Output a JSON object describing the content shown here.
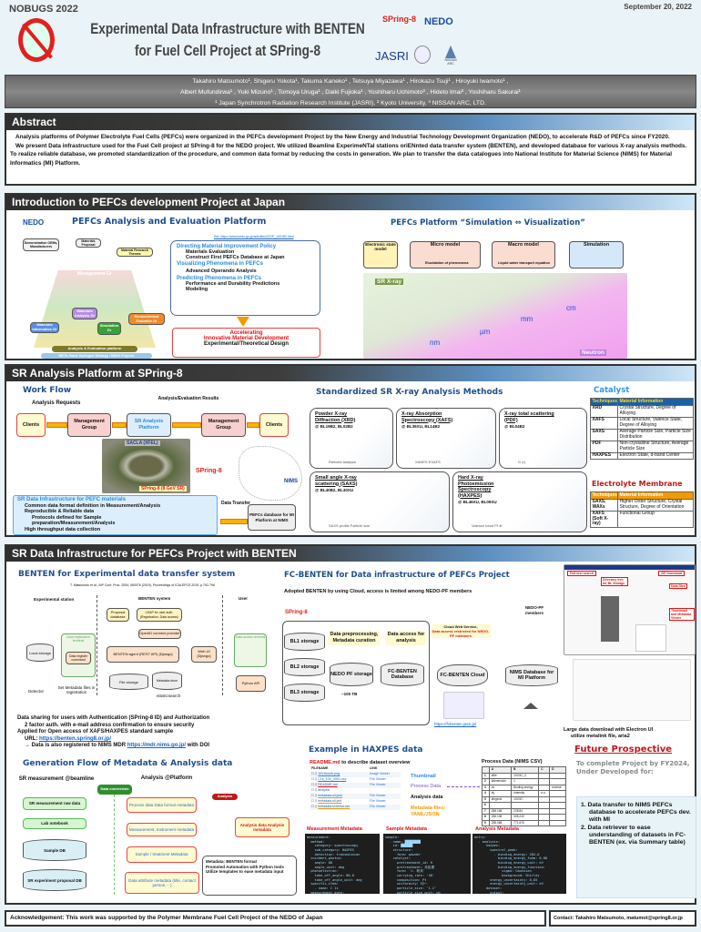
{
  "header": {
    "conference": "NOBUGS 2022",
    "date": "September 20, 2022",
    "title_line1": "Experimental Data Infrastructure with BENTEN",
    "title_line2": "for Fuel Cell Project at SPring-8",
    "logos": [
      "SPring-8",
      "NEDO",
      "JASRI",
      "Kyoto University",
      "NISSAN ARC"
    ]
  },
  "authors": {
    "line1": "Takahiro Matsumoto¹, Shigeru Yokota¹, Takuma Kaneko¹ , Tetsuya Miyazawa¹ , Hirokazu Tsuji¹ , Hiroyuki Iwamoto¹ ,",
    "line2": "Albert Mufundirwa¹ , Yuki Mizuno¹ , Tomoya Uruga¹ , Daiki Fujioka¹ , Yoshiharu Uchimoto² , Hideto Imai³ , Yoshiharu Sakurai¹",
    "affiliations": "¹ Japan Synchrotron Radiation Research Institute (JASRI), ² Kyoto University, ³ NISSAN ARC, LTD."
  },
  "abstract": {
    "heading": "Abstract",
    "p1": "Analysis platforms of Polymer Electrolyte Fuel Cells (PEFCs) were organized in the PEFCs development Project by the New Energy and Industrial Technology Development Organization (NEDO), to accelerate R&D of PEFCs since FY2020.",
    "p2": "We present Data infrastructure used for the Fuel Cell project at SPring-8 for the NEDO project. We utilized Beamline ExperimeNTal stations oriENnted data transfer system (BENTEN), and developed database for various X-ray analysis methods. To realize reliable database, we promoted standardization of the procedure, and common data format by reducing the costs in generation. We plan to transfer the data catalogues into National Institute for Material Science (NIMS) for Material Informatics (MI) Platform."
  },
  "intro": {
    "heading": "Introduction to PEFCs development Project at Japan",
    "nedo": "NEDO",
    "title": "PEFCs Analysis and Evaluation Platform",
    "ref": "Ref. https://www.nedo.go.jp/activities/ZZJP_100182.html",
    "diagram": {
      "demo": "Demonstration OEMs, Manufacturers",
      "proposal": "Materials Proposal",
      "themes": "Material Research Themes",
      "mgmt": "Management Gr",
      "mat_anal": "Materials Analysis Gr",
      "mi": "Materials Informatics Gr",
      "sim": "Simulation Gr",
      "electro": "Electrochemical Evaluation Gr",
      "platform": "Analysis & Evaluation platform",
      "meti": "METIs Basic Hydrogen Strategy / NEDO Projects"
    },
    "policy": [
      {
        "head": "Directing Material Improvement Policy",
        "items": [
          "Materials Evaluation",
          "Construct First PEFCs Database at Japan"
        ]
      },
      {
        "head": "Visualizing Phenomena in PEFCs",
        "items": [
          "Advanced Operando Analysis"
        ]
      },
      {
        "head": "Predicting Phenomena in PEFCs",
        "items": [
          "Performance and Durability Predictions",
          "Modeling"
        ]
      }
    ],
    "accel_line1": "Accelerating",
    "accel_line2": "Innovative Material Development",
    "accel_item": "Experimental/Theoretical Design",
    "platform_title": "PEFCs Platform “Simulation ⇔ Visualization”",
    "flow": [
      "Electronic state model",
      "Micro model",
      "Macro model",
      "Simulation"
    ],
    "flow_sub": [
      "Elucidation of phenomena",
      "Liquid water transport equation"
    ],
    "scales": [
      "nm",
      "µm",
      "mm",
      "cm"
    ],
    "sr": "SR X-ray",
    "neutron": "Neutron"
  },
  "sr": {
    "heading": "SR Analysis Platform at SPring-8",
    "workflow": "Work Flow",
    "requests": "Analysis Requests",
    "results": "Analysis/Evaluation Results",
    "flow": [
      "Clients",
      "Management Group",
      "SR Analysis Platform",
      "Management Group",
      "Clients"
    ],
    "sacla": "SACLA (XFEL)",
    "spring8": "SPring-8 (8 GeV SR)",
    "nims": "NIMS",
    "infra_head": "SR Data Infrastructure for PEFC materials",
    "infra_items": [
      "Common data format definition in Measurement/Analysis",
      "Reproducible & Reliable data",
      "Protocols defined for Sample preparation/Measurement/Analysis",
      "High throughput data collection"
    ],
    "transfer": "Data Transfer",
    "pefc_db": "PEFCs database for MI Platform at NIMS",
    "methods_title": "Standardized SR X-ray Analysis Methods",
    "methods": [
      {
        "name": "Powder X-ray Diffraction (XRD)",
        "bl": "@ BL19B2, BL02B2",
        "note": "Rietveld analysis"
      },
      {
        "name": "X-ray Absorption Spectroscopy (XAFS)",
        "bl": "@ BL36XU, BL14B2",
        "note": "XANES   EXAFS"
      },
      {
        "name": "X-ray total scattering (PDF)",
        "bl": "@ BL04B2",
        "note": "G (r)"
      },
      {
        "name": "Small angle X-ray scattering (SAXS)",
        "bl": "@ BL40B2, BL40XU",
        "note": "SAXS profile   Particle size"
      },
      {
        "name": "Hard X-ray Photoemission Spectroscopy (HAXPES)",
        "bl": "@ BL46XU, BL09XU",
        "note": "Valence band   Pt 4f"
      }
    ],
    "catalyst": {
      "title": "Catalyst",
      "cols": [
        "Techniques",
        "Material Information"
      ],
      "rows": [
        [
          "XRD",
          "Crystal Structure, Degree of Alloying"
        ],
        [
          "XAFS",
          "Local Structure, Valence State, Degree of Alloying"
        ],
        [
          "SAXS",
          "Average Particle Size, Particle Size Distribution"
        ],
        [
          "PDF",
          "Non-crystalline Structure, Average Particle Size"
        ],
        [
          "HAXPES",
          "Electron State, d-band Center"
        ]
      ]
    },
    "membrane": {
      "title": "Electrolyte Membrane",
      "cols": [
        "Techniques",
        "Material Information"
      ],
      "rows": [
        [
          "SAXS, WAXs",
          "Higher Order Structure, Crystal Structure, Degree of Orientation"
        ],
        [
          "XAFS (Soft X-ray)",
          "Functional Group"
        ]
      ]
    }
  },
  "infra": {
    "heading": "SR Data Infrastructure for PEFCs Project with BENTEN",
    "benten_title": "BENTEN for Experimental data transfer system",
    "citation": "T. Matsumoto et al., AIP Conf. Proc. 2054, 060076 (2019),  Proceedings of ICALEPCS 2019, p.792-796",
    "diagram": {
      "station": "Experimental station",
      "system": "BENTEN system",
      "user": "User",
      "reg_terminal": "Data registration terminal",
      "local": "Local storage",
      "register": "Data register command",
      "detector": "Detector",
      "set_meta": "Set Metadata files in registration",
      "proposal": "Proposal database",
      "ldap": "LDAP for user auth. (Registration, Data access)",
      "openid": "OpenID connect provider",
      "agent": "BENTEN agent (REST API) [Django]",
      "webui": "Web UI [Django]",
      "access_terminal": "Data access terminal",
      "file": "File storage",
      "meta": "Metadata store",
      "python": "Python API",
      "elastic": "elasticsearch"
    },
    "bullets": [
      "Data sharing for users with Authentication (SPring-8 ID) and Authorization",
      "2 factor auth.  with e-mail address confirmation to ensure security",
      "Applied for Open access of XAFS/HAXPES standard sample"
    ],
    "url_label": "URL: ",
    "url": "https://benten.spring8.or.jp/",
    "mdr_pre": "→ Data is also registered to NIMS MDR ",
    "mdr_url": "https://mdr.nims.go.jp/",
    "mdr_post": " with DOI",
    "fc_title": "FC-BENTEN for Data infrastructure of PEFCs Project",
    "fc_bullet": "Adopted BENTEN by using Cloud,  access is limited among NEDO-PF members",
    "fc": {
      "bl": [
        "BL1 storage",
        "BL2 storage",
        "BL3 storage"
      ],
      "pre": "Data preprocessing, Metadata curation",
      "access": "Data access for analysis",
      "nedo": "NEDO PF storage",
      "size": "~100 TB",
      "db": "FC-BENTEN Database",
      "cloud_svc1": "Cloud Web Service,",
      "cloud_svc2": "Data access restricted for NEDO-PF members",
      "cloud": "FC-BENTEN Cloud",
      "members": "NEDO-PF members",
      "nims_db": "NIMS Database for MI Platform",
      "url": "https://fcbenten.jasri.jp/"
    },
    "ui_labels": [
      "Full-text search",
      "ZIP Download",
      "Directory tree for BL Storage",
      "Data files",
      "Thumbnail and Metadata Viewer"
    ],
    "download": "Large data download with Electron UI",
    "download_sub": "utilize metalink file, aria2",
    "gen_title": "Generation Flow of Metadata & Analysis data",
    "gen": {
      "left_head": "SR measurement @beamline",
      "mid_head": "Analysis @Platform",
      "conv": "Data conversion",
      "analysis_tag": "Analysis",
      "sources": [
        "SR measurement raw data",
        "Lab notebook",
        "Sample DB",
        "SR experiment proposal DB"
      ],
      "meta": [
        "Process data Data format metadata",
        "Measurement, Instrument metadata",
        "Sample / treatment Metadata",
        "Data attribute metadata (title, contact person,···)"
      ],
      "result": "Analysis data Analysis metadata",
      "notes": [
        "Metadata: BENTEN format",
        "Promoted Automation with Python tools",
        "Utilize templates to ease metadata input"
      ]
    },
    "haxpes": {
      "title": "Example in HAXPES data",
      "readme": "README.md",
      "readme_rest": " to describe dataset overview",
      "cols": [
        "FILENAME",
        "LINK"
      ],
      "files": [
        [
          "10V.thumb.png",
          "Image Viewer"
        ],
        [
          "C1s_10V_0001.csv",
          "File Viewer"
        ],
        [
          "README.md",
          "File Viewer"
        ],
        [
          "analysis",
          ""
        ],
        [
          "metadata.sil.json",
          "File Viewer"
        ],
        [
          "metadata.sil.yml",
          "File Viewer"
        ],
        [
          "metadata.schema.csv",
          "File Viewer"
        ]
      ],
      "labels": [
        "Thumbnail",
        "Process Data",
        "Analysis data",
        "Metadata files: YAML/JSON"
      ],
      "csv_title": "Process Data (NIMS CSV)",
      "csv_cols": [
        "",
        "A",
        "B",
        "C",
        "D"
      ],
      "csv_rows": [
        [
          "1",
          "#file",
          "10V.5C_0",
          "",
          " "
        ],
        [
          "2",
          "#dimension",
          "1",
          "",
          ""
        ],
        [
          "3",
          "#x",
          "Binding energy",
          "",
          "reverse"
        ],
        [
          "4",
          "#y",
          "Intensity",
          "a.u.",
          ""
        ],
        [
          "5",
          "#legend",
          "10V.5C",
          "",
          ""
        ],
        [
          "6",
          "",
          "",
          "",
          ""
        ],
        [
          "7",
          "258.168",
          "228.84",
          "",
          ""
        ],
        [
          "8",
          "258.138",
          "305.243",
          "",
          ""
        ],
        [
          "9",
          "258.068",
          "771.676",
          "",
          ""
        ]
      ],
      "panels": [
        "Measurement Metadata",
        "Sample Metadata",
        "Analysis Metadata"
      ],
      "code": [
        "measurement:\n  method:\n    category: spectroscopy\n    sub_category: HAXPES\n    detection: transmission\n  incident_photon:\n    angle: 88\n    angle_unit: deg\n  photoelectron:\n    take_off_angle: 80.0\n    take_off_angle_unit: deg\n  specific_item:\n    - name: C 1s\n  measurement_date:\n    start_time: '2022-03-12'",
        "sample:\n  - name: ████████\n    id: ██████\n    structure:\n      form: powder\n    catalyst:\n      pretreatment_id: H\n      pretreatment: 未処理\n      form: '1. 粉末'\n      carrying_rate: '40'\n      composition: Pt\n      uniformity: 均一\n      particle_size: '1.2'\n      particle_size_unit: nm",
        "entry:\n  - analysis:\n      haxpes:\n        spectral_peak:\n          - binding_energy: 284.0\n            binding_energy_fwhm: 0.88\n            binding_energy_unit: eV\n            binding_energy_function:\n              sigma: Gaussian\n              background: Shirley\n        energy_uncertainty: 0.05\n        energy_uncertainty_unit: eV\n      dataset:\n        output:\n          processed_file: C1s.csv\n          raw_file: raw.csv"
      ]
    }
  },
  "future": {
    "title": "Future Prospective",
    "intro": "To complete Project by FY2024, Under Developed for:",
    "items": [
      "1. Data transfer to NIMS PEFCs database to accelerate PEFCs dev. with MI",
      "2. Data retriever to ease understanding of datasets in FC- BENTEN (ex.  via Summary table)"
    ]
  },
  "footer": {
    "ack": "Acknowledgement:  This work was supported by the Polymer Membrane Fuel Cell Project of the NEDO of Japan",
    "contact": "Contact: Takahiro Matsumoto,  matumot@spring8.or.jp"
  },
  "colors": {
    "accent_blue": "#1f4e8c",
    "red": "#e0201c",
    "orange": "#f9b400"
  }
}
